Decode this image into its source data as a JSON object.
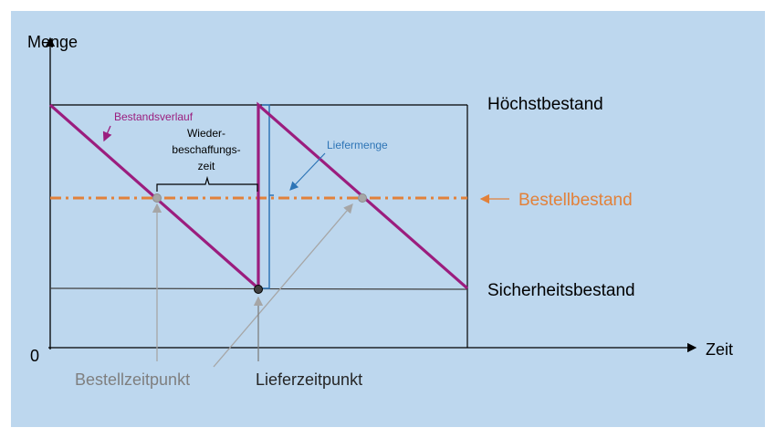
{
  "labels": {
    "y_axis": "Menge",
    "x_axis": "Zeit",
    "origin": "0",
    "max_stock": "Höchstbestand",
    "reorder_level": "Bestellbestand",
    "safety_stock": "Sicherheitsbestand",
    "order_time": "Bestellzeitpunkt",
    "delivery_time": "Lieferzeitpunkt",
    "stock_curve": "Bestandsverlauf",
    "delivery_qty": "Liefermenge",
    "lead_time_1": "Wieder-",
    "lead_time_2": "beschaffungs-",
    "lead_time_3": "zeit"
  },
  "colors": {
    "background": "#bdd7ee",
    "stock_curve": "#9b1d7e",
    "reorder_level": "#e2813a",
    "delivery_qty": "#2e75b6",
    "annotation_gray": "#8c8c8c"
  }
}
